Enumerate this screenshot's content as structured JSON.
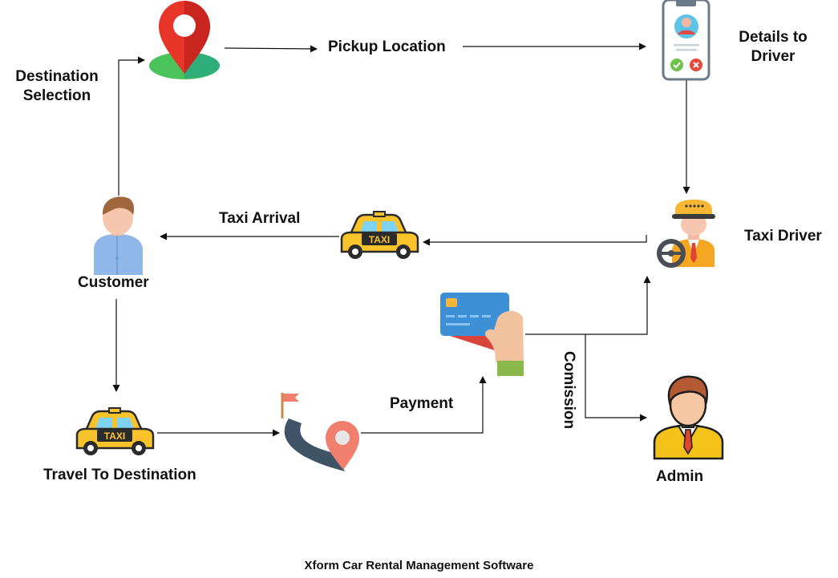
{
  "labels": {
    "destination_selection": "Destination\nSelection",
    "pickup_location": "Pickup Location",
    "details_to_driver": "Details to\nDriver",
    "taxi_arrival": "Taxi Arrival",
    "taxi_driver": "Taxi Driver",
    "customer": "Customer",
    "payment": "Payment",
    "comission": "Comission",
    "travel_to_destination": "Travel  To Destination",
    "admin": "Admin",
    "footer": "Xform Car Rental Management Software"
  },
  "taxi_sign": "TAXI",
  "colors": {
    "taxi_yellow": "#f9c32b",
    "pin_red": "#e8352a",
    "pin_base_green": "#4cc35a",
    "card_blue": "#3d8fd6",
    "card_red": "#d9453b",
    "road": "#3f5466",
    "road_pin": "#f07f6d",
    "driver_orange": "#f5a623",
    "admin_yellow": "#f2c21b",
    "arrow": "#111111"
  }
}
